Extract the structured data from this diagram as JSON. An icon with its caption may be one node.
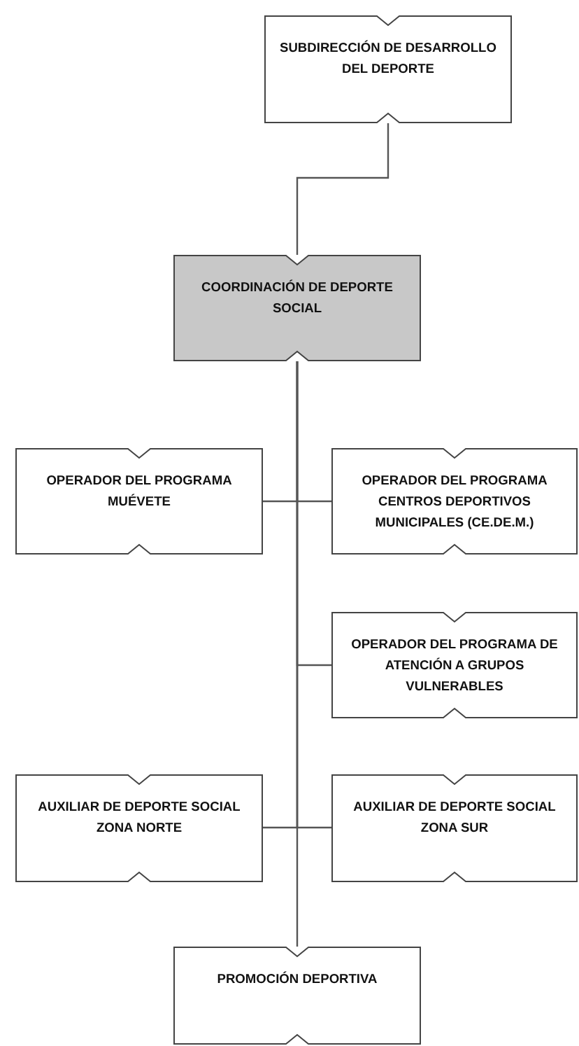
{
  "diagram": {
    "nodes": [
      {
        "text": [
          "SUBDIRECCIÓN DE DESARROLLO DEL DEPORTE"
        ]
      },
      {
        "text": [
          "COORDINACIÓN DE DEPORTE SOCIAL"
        ]
      },
      {
        "text": [
          "OPERADOR DEL PROGRAMA MUÉVETE"
        ]
      },
      {
        "text": [
          "OPERADOR DEL PROGRAMA CENTROS DEPORTIVOS MUNICIPALES (CE.DE.M.)"
        ]
      },
      {
        "text": [
          "OPERADOR DEL PROGRAMA DE ATENCIÓN A GRUPOS VULNERABLES"
        ]
      },
      {
        "text": [
          "AUXILIAR DE DEPORTE SOCIAL ZONA NORTE"
        ]
      },
      {
        "text": [
          "AUXILIAR DE DEPORTE SOCIAL ZONA SUR"
        ]
      },
      {
        "text": [
          "PROMOCIÓN DEPORTIVA"
        ]
      }
    ],
    "edges": [
      {
        "from": 0,
        "to": 1,
        "arrow": "none"
      },
      {
        "from": 1,
        "to": 2,
        "arrow": "none"
      },
      {
        "from": 1,
        "to": 3,
        "arrow": "none"
      },
      {
        "from": 1,
        "to": 4,
        "arrow": "none"
      },
      {
        "from": 1,
        "to": 5,
        "arrow": "none"
      },
      {
        "from": 1,
        "to": 6,
        "arrow": "none"
      },
      {
        "from": 1,
        "to": 7,
        "arrow": "none"
      }
    ]
  }
}
